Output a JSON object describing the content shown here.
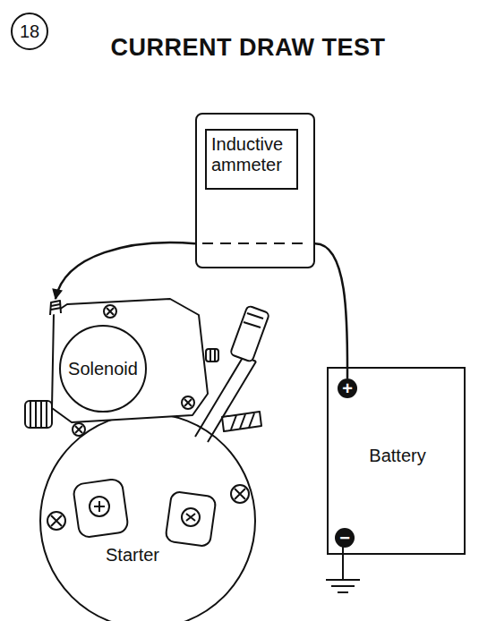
{
  "diagram": {
    "title": "CURRENT DRAW TEST",
    "nodes": [
      {
        "text": [
          "18"
        ]
      },
      {
        "text": [
          "Inductive ammeter"
        ]
      },
      {
        "text": [
          "Solenoid"
        ]
      },
      {
        "text": [
          "Battery"
        ]
      },
      {
        "text": [
          "+"
        ],
        "in": 3
      },
      {
        "text": [
          "−"
        ],
        "in": 3
      },
      {
        "text": [
          "Starter"
        ]
      }
    ],
    "edges": [
      {
        "from": 4,
        "to": 1,
        "arrow": "none"
      },
      {
        "from": 1,
        "to": 2,
        "arrow": "to"
      }
    ]
  }
}
